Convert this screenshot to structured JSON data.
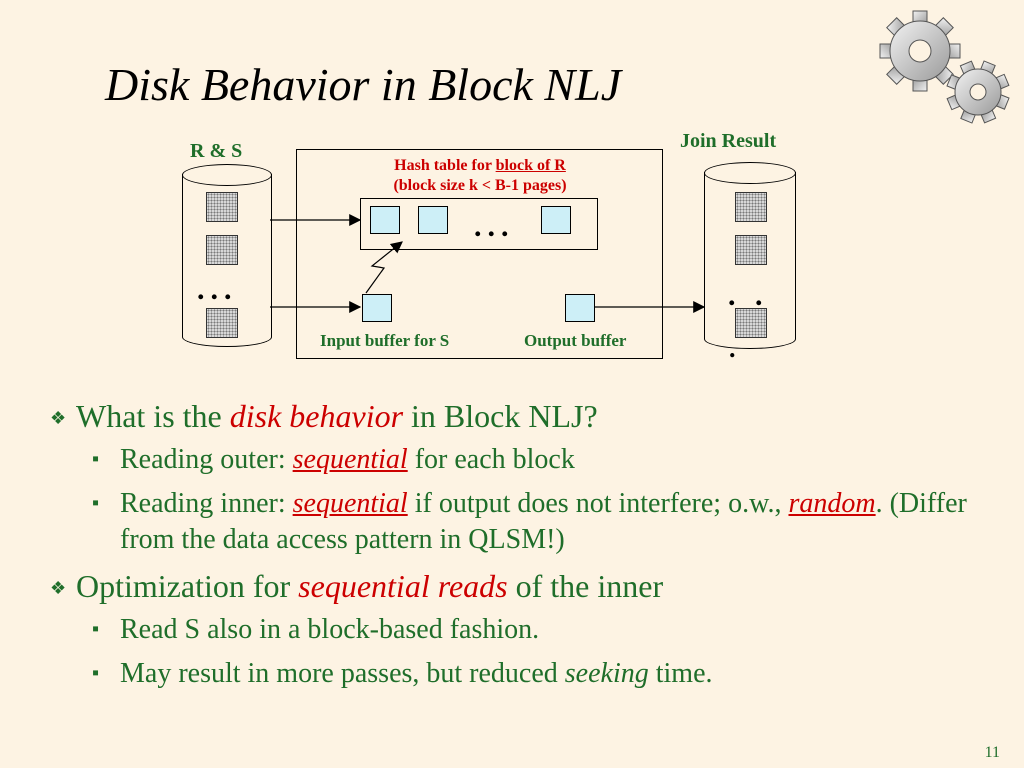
{
  "slide": {
    "title": "Disk Behavior in Block NLJ",
    "page_number": "11"
  },
  "diagram": {
    "source_label": "R & S",
    "result_label": "Join Result",
    "hash_line1_prefix": "Hash table for ",
    "hash_line1_link": "block of R",
    "hash_line2": "(block size k < B-1 pages)",
    "ellipsis": "...",
    "input_buffer_label": "Input buffer for S",
    "output_buffer_label": "Output buffer"
  },
  "bullets": {
    "q1": {
      "prefix": "What is the ",
      "emph": "disk behavior",
      "suffix": " in Block NLJ?"
    },
    "q1_sub1": {
      "prefix": "Reading outer: ",
      "emph": "sequential",
      "suffix": " for each block"
    },
    "q1_sub2": {
      "prefix": "Reading inner: ",
      "emph": "sequential",
      "middle": " if output does not interfere; o.w., ",
      "emph2": "random",
      "suffix": ". (Differ from the data access pattern in QLSM!)"
    },
    "q2": {
      "prefix": "Optimization for ",
      "emph": "sequential reads",
      "suffix": " of the inner"
    },
    "q2_sub1": {
      "text": "Read S also in a block-based fashion."
    },
    "q2_sub2": {
      "prefix": "May result in more passes, but reduced ",
      "emph": "seeking",
      "suffix": " time."
    }
  },
  "colors": {
    "background": "#fdf3e3",
    "text_green": "#1f6e2a",
    "accent_red": "#cc0000",
    "buffer_cyan": "#cdeff7"
  },
  "icons": {
    "decor": "gears-icon",
    "bullet1": "diamond-bullet-icon",
    "bullet2": "square-bullet-icon"
  }
}
